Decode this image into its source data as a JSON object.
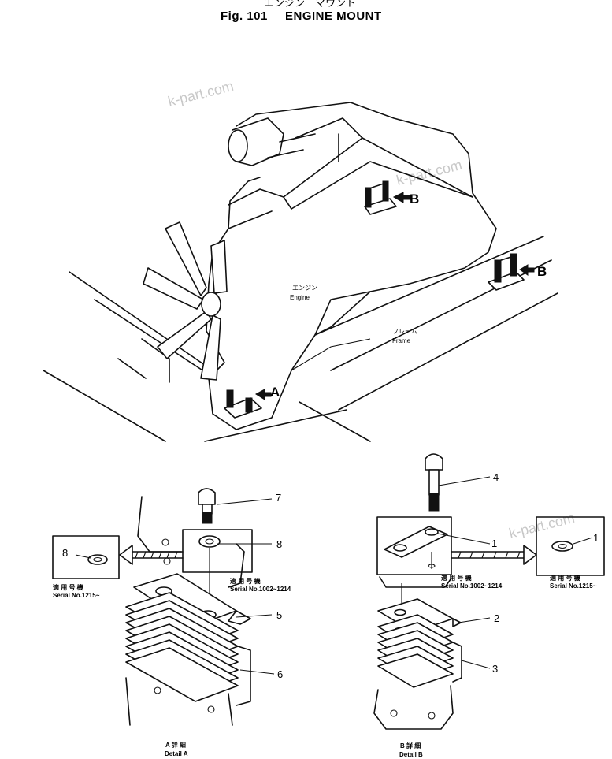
{
  "figure": {
    "title_jp": "エンジン　マウント",
    "fig_label": "Fig. 101",
    "title_en": "ENGINE MOUNT"
  },
  "watermark": "k-part.com",
  "labels": {
    "engine_jp": "エンジン",
    "engine_en": "Engine",
    "frame_jp": "フレーム",
    "frame_en": "Frame",
    "view_a": "A",
    "view_b": "B"
  },
  "detail_a": {
    "caption_jp": "A 詳 細",
    "caption_en": "Detail  A",
    "serial_main_jp": "適 用 号 機",
    "serial_main": "Serial No.1002~1214",
    "serial_alt_jp": "適 用 号 機",
    "serial_alt": "Serial No.1215~"
  },
  "detail_b": {
    "caption_jp": "B 詳 細",
    "caption_en": "Detail  B",
    "serial_main_jp": "適 用 号 機",
    "serial_main": "Serial No.1002~1214",
    "serial_alt_jp": "適 用 号 機",
    "serial_alt": "Serial No.1215~"
  },
  "part_numbers": {
    "p1": "1",
    "p1b": "1",
    "p2": "2",
    "p3": "3",
    "p4": "4",
    "p5": "5",
    "p6": "6",
    "p7": "7",
    "p8": "8",
    "p8b": "8"
  }
}
